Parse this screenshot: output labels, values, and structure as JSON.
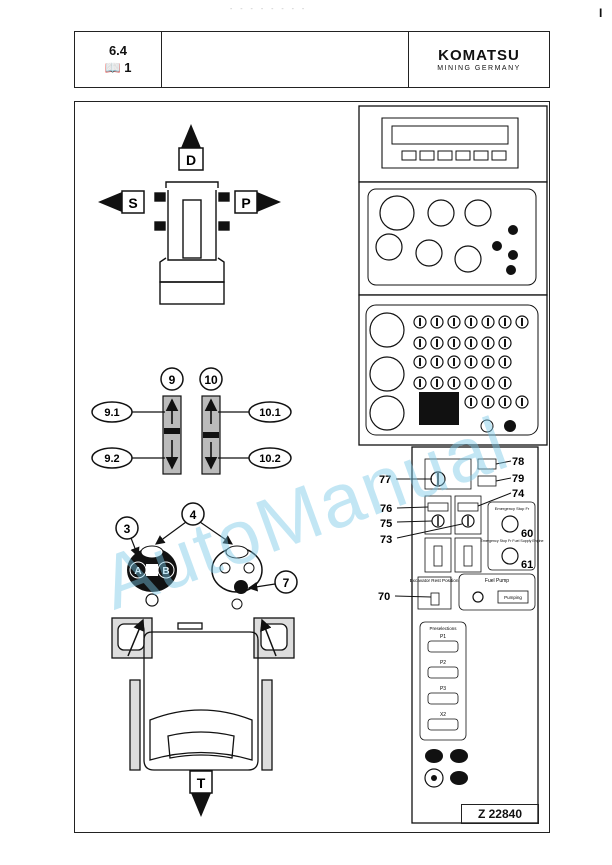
{
  "header": {
    "section": "6.4",
    "book": "1",
    "brand": "KOMATSU",
    "brand_sub": "MINING GERMANY"
  },
  "top_mark": "I",
  "scan_noise": "- - -  - - - - -",
  "directions": {
    "d": "D",
    "s": "S",
    "p": "P",
    "t": "T"
  },
  "levers": {
    "left_top": "9",
    "right_top": "10",
    "l1": "9.1",
    "l2": "9.2",
    "r1": "10.1",
    "r2": "10.2"
  },
  "joysticks": {
    "c3": "3",
    "c4": "4",
    "c7": "7",
    "btn_a": "A",
    "btn_b": "B"
  },
  "panel": {
    "n77": "77",
    "n78": "78",
    "n79": "79",
    "n74": "74",
    "n76": "76",
    "n75": "75",
    "n73": "73",
    "n60": "60",
    "n61": "61",
    "n70": "70",
    "excavator_rest": "Excavator Rest Position",
    "fuel_pump": "Fuel Pump",
    "pumping": "Pumping",
    "presel": "Preselections",
    "p1": "P1",
    "p2": "P2",
    "p3": "P3",
    "x2": "X2",
    "emergency1": "Emergency Stop Fr",
    "emergency2": "Emergency Stop Fr Fuel Supply Engine"
  },
  "watermark": "AutoManual",
  "figure_ref": "Z 22840"
}
